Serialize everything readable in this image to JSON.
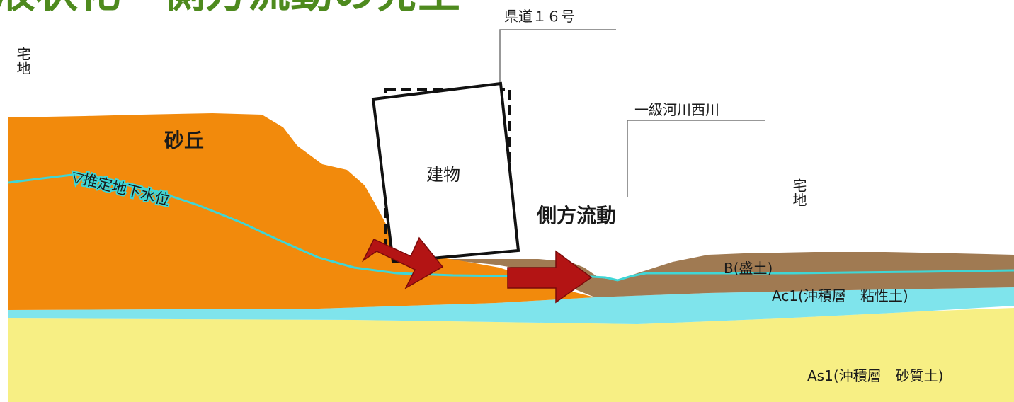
{
  "title": "液状化・側方流動の発生",
  "labels": {
    "road": "県道１６号",
    "river": "一級河川西川",
    "residential_left": "宅地",
    "residential_right": "宅地",
    "dune": "砂丘",
    "groundwater": "▽推定地下水位",
    "building": "建物",
    "lateral_flow": "側方流動",
    "fill": "B(盛土)",
    "clay": "Ac1(沖積層　粘性土)",
    "sand": "As1(沖積層　砂質土)"
  },
  "colors": {
    "title": "#4e8a1e",
    "dune": "#f28a0c",
    "fill": "#a07a52",
    "clay": "#7fe4ec",
    "sand": "#f7ef84",
    "water_line": "#3fd6d6",
    "arrow": "#b31414"
  }
}
